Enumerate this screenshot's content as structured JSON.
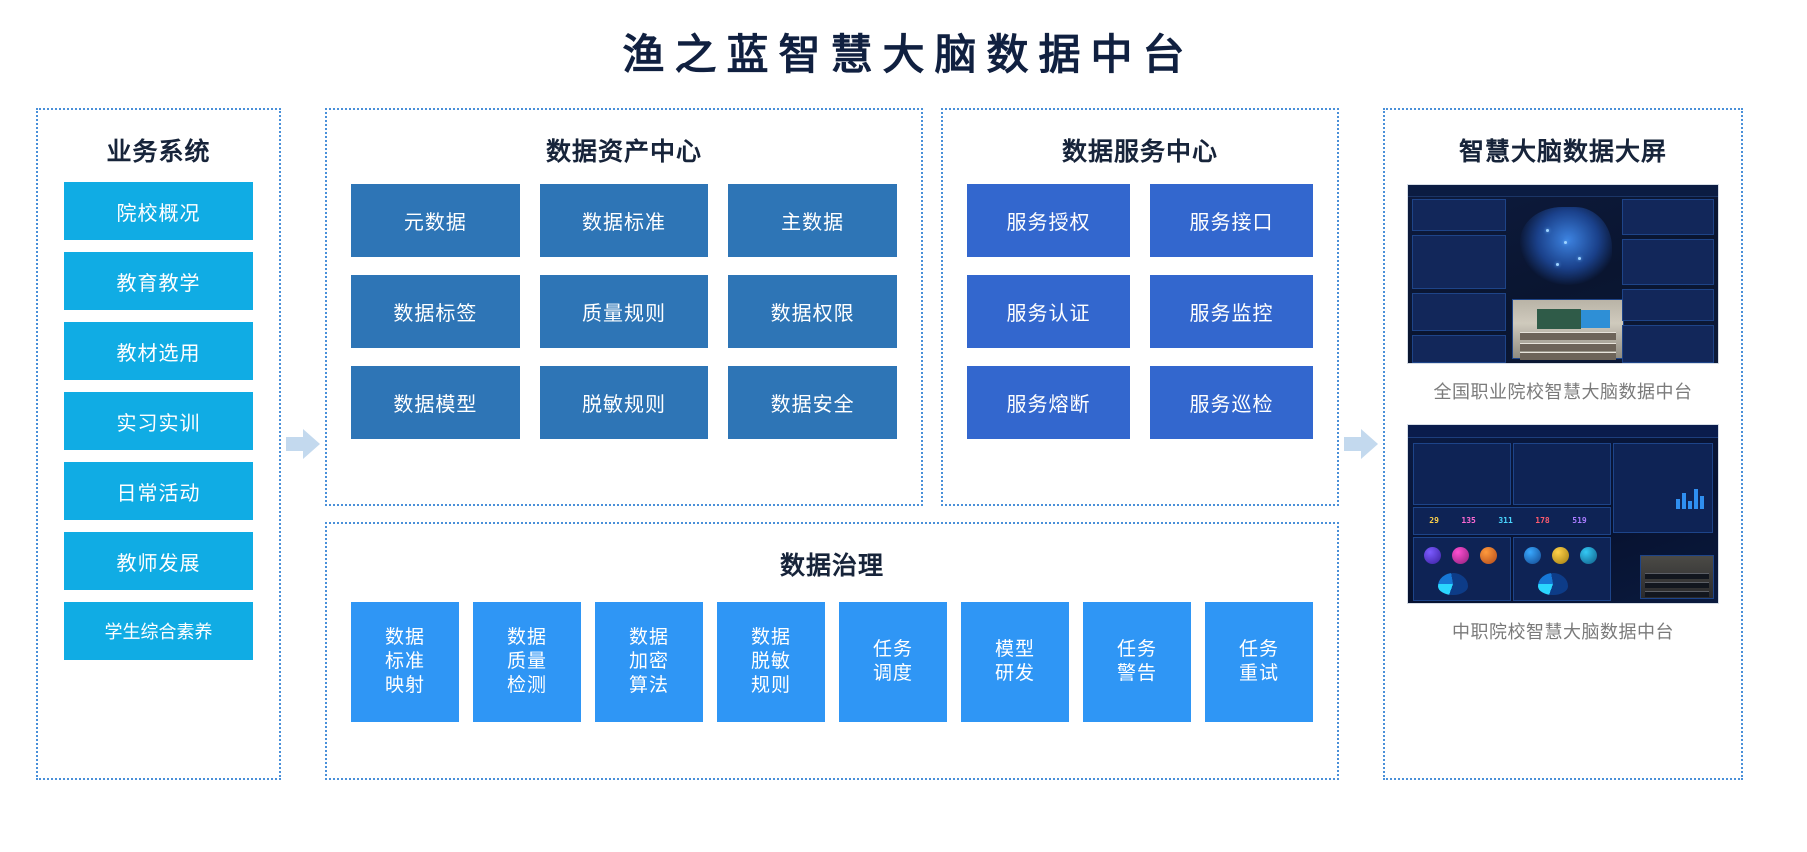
{
  "page": {
    "title": "渔之蓝智慧大脑数据中台",
    "title_color": "#102040",
    "background": "#ffffff"
  },
  "colors": {
    "business_box": "#10ace4",
    "asset_box": "#2e75b6",
    "service_box": "#3367ce",
    "governance_box": "#2f96f5",
    "panel_border": "#4a90d9",
    "arrow": "#c3d9ee",
    "caption_text": "#7a7a7a"
  },
  "business_panel": {
    "title": "业务系统",
    "items": [
      {
        "label": "院校概况"
      },
      {
        "label": "教育教学"
      },
      {
        "label": "教材选用"
      },
      {
        "label": "实习实训"
      },
      {
        "label": "日常活动"
      },
      {
        "label": "教师发展"
      },
      {
        "label": "学生综合素养"
      }
    ]
  },
  "asset_panel": {
    "title": "数据资产中心",
    "items": [
      {
        "label": "元数据"
      },
      {
        "label": "数据标准"
      },
      {
        "label": "主数据"
      },
      {
        "label": "数据标签"
      },
      {
        "label": "质量规则"
      },
      {
        "label": "数据权限"
      },
      {
        "label": "数据模型"
      },
      {
        "label": "脱敏规则"
      },
      {
        "label": "数据安全"
      }
    ]
  },
  "service_panel": {
    "title": "数据服务中心",
    "items": [
      {
        "label": "服务授权"
      },
      {
        "label": "服务接口"
      },
      {
        "label": "服务认证"
      },
      {
        "label": "服务监控"
      },
      {
        "label": "服务熔断"
      },
      {
        "label": "服务巡检"
      }
    ]
  },
  "governance_panel": {
    "title": "数据治理",
    "items": [
      {
        "label": "数据\n标准\n映射"
      },
      {
        "label": "数据\n质量\n检测"
      },
      {
        "label": "数据\n加密\n算法"
      },
      {
        "label": "数据\n脱敏\n规则"
      },
      {
        "label": "任务\n调度"
      },
      {
        "label": "模型\n研发"
      },
      {
        "label": "任务\n警告"
      },
      {
        "label": "任务\n重试"
      }
    ]
  },
  "screen_panel": {
    "title": "智慧大脑数据大屏",
    "screens": [
      {
        "caption": "全国职业院校智慧大脑数据中台"
      },
      {
        "caption": "中职院校智慧大脑数据中台"
      }
    ],
    "screen2_numbers": [
      "29",
      "135",
      "311",
      "178",
      "519"
    ]
  },
  "arrows": [
    {
      "name": "arrow-business-to-asset"
    },
    {
      "name": "arrow-service-to-screen"
    }
  ]
}
